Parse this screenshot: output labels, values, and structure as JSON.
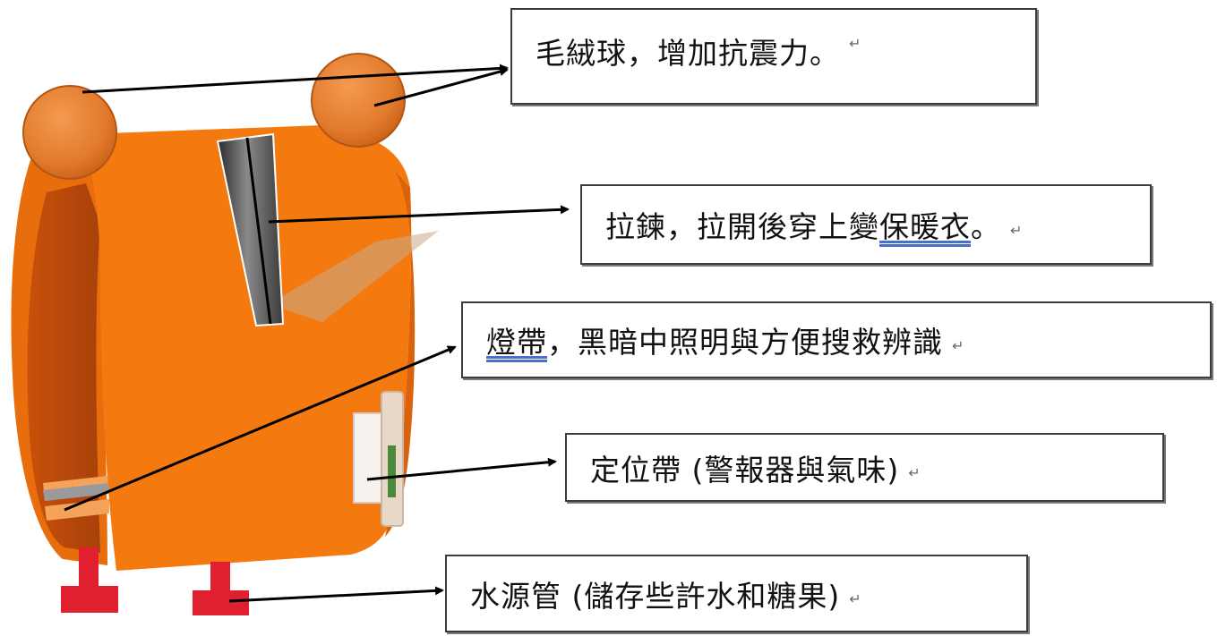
{
  "callouts": {
    "pompom": {
      "text": "毛絨球，增加抗震力。",
      "mark": "↵"
    },
    "zipper": {
      "before": "拉鍊，拉開後穿上變",
      "underlined": "保暖衣",
      "after": "。",
      "mark": "↵"
    },
    "light_strip": {
      "underlined": "燈帶",
      "after": "，黑暗中照明與方便搜救辨識",
      "mark": "↵"
    },
    "locator": {
      "text": "定位帶 (警報器與氣味)",
      "mark": "↵"
    },
    "water_tube": {
      "text": "水源管 (儲存些許水和糖果)",
      "mark": "↵"
    }
  },
  "colors": {
    "vest": "#f47a10",
    "pompom": "#e8782a",
    "reflective_strip": "#9a9a9a",
    "tube_red": "#e0202e",
    "arrow": "#000000"
  }
}
